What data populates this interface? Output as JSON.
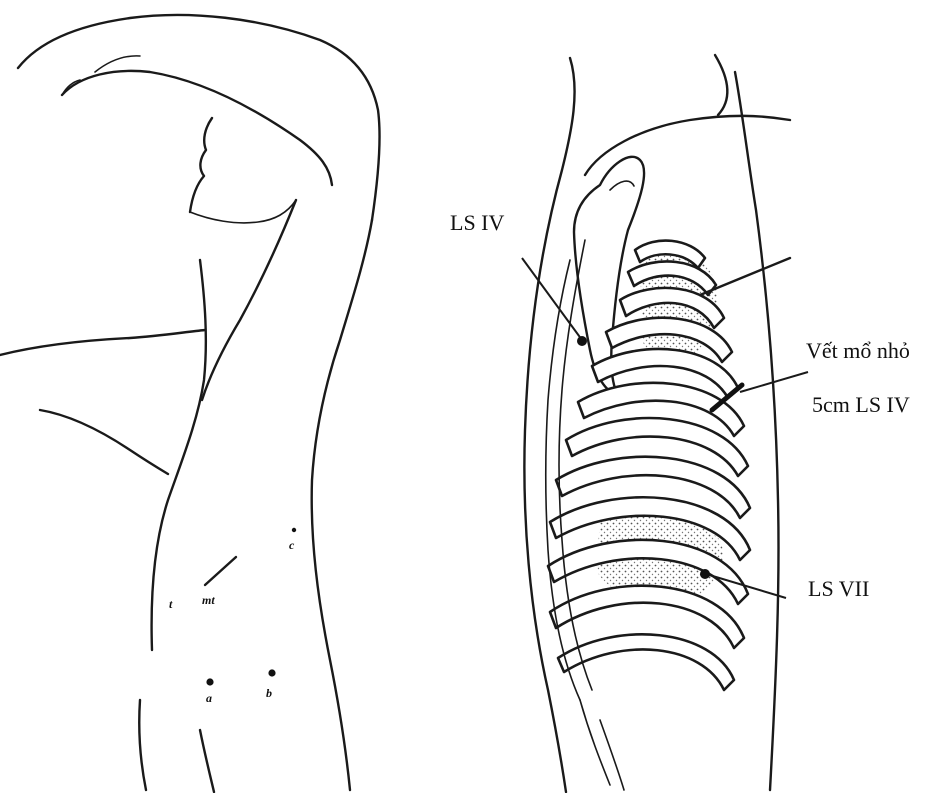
{
  "left_panel": {
    "port_labels": {
      "c": "c",
      "mt": "mt",
      "t": "t",
      "a": "a",
      "b": "b"
    }
  },
  "right_panel": {
    "labels": {
      "ls_iv": "LS IV",
      "incision_line1": "Vết mổ nhỏ",
      "incision_line2": "5cm LS IV",
      "ls_vii": "LS VII"
    }
  }
}
